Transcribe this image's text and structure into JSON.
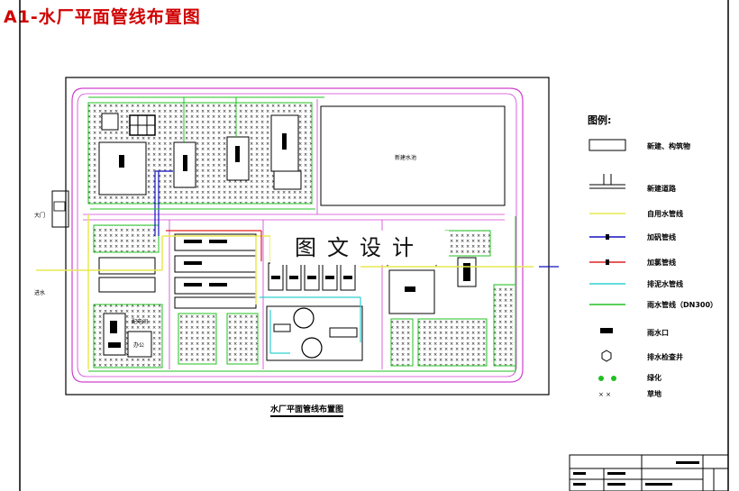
{
  "title": "A1-水厂平面管线布置图",
  "watermark": "图文设计",
  "plan_title": "水厂平面管线布置图",
  "gate_label": "大门",
  "inlet_label": "进水",
  "labels": {
    "site_small": "新建水池",
    "room_1": "配电间",
    "room_2": "办公"
  },
  "legend": {
    "heading": "图例:",
    "items": [
      {
        "label": "新建、构筑物",
        "symbol": "building"
      },
      {
        "label": "新建道路",
        "symbol": "road"
      },
      {
        "label": "自用水管线",
        "symbol": "pipe",
        "color": "#e8e850"
      },
      {
        "label": "加矾管线",
        "symbol": "pipe",
        "color": "#1010c0"
      },
      {
        "label": "加氯管线",
        "symbol": "pipe",
        "color": "#e02020"
      },
      {
        "label": "排泥水管线",
        "symbol": "pipe",
        "color": "#30d0d0"
      },
      {
        "label": "雨水管线（DN300）",
        "symbol": "pipe",
        "color": "#20c020"
      },
      {
        "label": "雨水口",
        "symbol": "inlet"
      },
      {
        "label": "排水检查井",
        "symbol": "manhole"
      },
      {
        "label": "绿化",
        "symbol": "green"
      },
      {
        "label": "草地",
        "symbol": "grass"
      }
    ]
  },
  "colors": {
    "title": "#d00000",
    "road": "#d040d0",
    "self_water": "#e8e850",
    "alum": "#1010c0",
    "chlorine": "#e02020",
    "sludge": "#30d0d0",
    "rain": "#20c020"
  }
}
